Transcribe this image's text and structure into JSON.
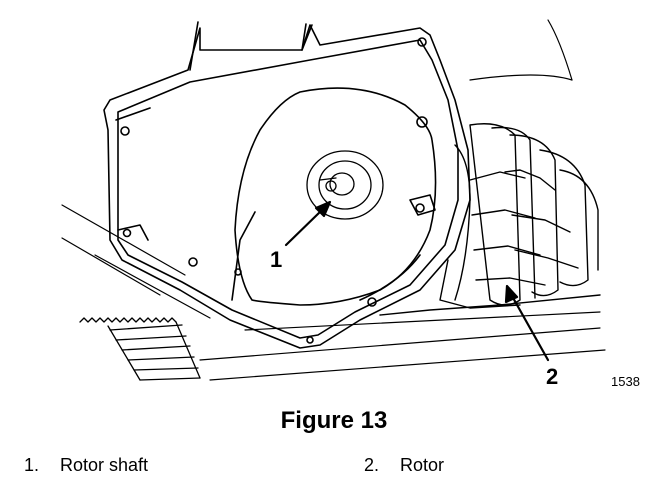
{
  "figure": {
    "callouts": [
      "1",
      "2"
    ],
    "code": "1538",
    "caption": "Figure 13"
  },
  "legend": [
    {
      "number": "1.",
      "label": "Rotor shaft"
    },
    {
      "number": "2.",
      "label": "Rotor"
    }
  ]
}
